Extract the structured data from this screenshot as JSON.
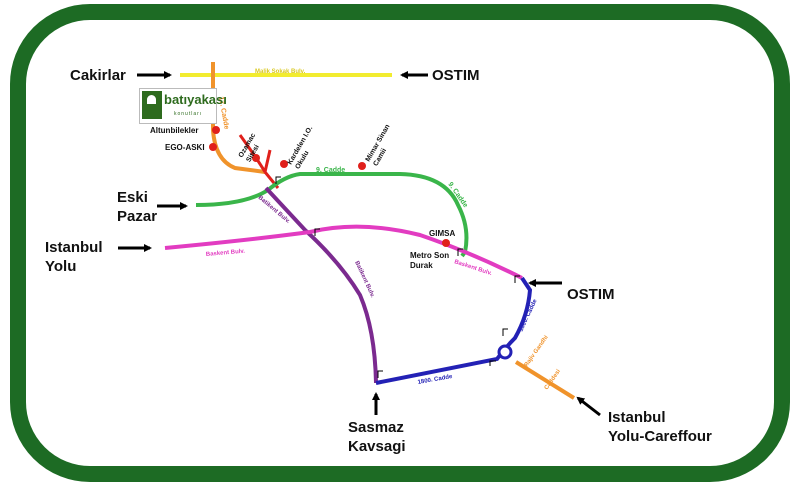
{
  "places": {
    "cakirlar": "Cakirlar",
    "ostim_top": "OSTIM",
    "ostim_right": "OSTIM",
    "eski_pazar_1": "Eski",
    "eski_pazar_2": "Pazar",
    "istanbul_yolu_1": "Istanbul",
    "istanbul_yolu_2": "Yolu",
    "sasmaz_1": "Sasmaz",
    "sasmaz_2": "Kavsagi",
    "iyc_1": "Istanbul",
    "iyc_2": "Yolu-Careffour"
  },
  "landmarks": {
    "altunbilekler": "Altunbilekler",
    "ego_aski": "EGO-ASKI",
    "ozamac_1": "Ozamac",
    "ozamac_2": "Sitesi",
    "kardelen_1": "Kardelen I.O.",
    "kardelen_2": "Okulu",
    "mimar_1": "Mimar Sinan",
    "mimar_2": "Camii",
    "gimsa": "GIMSA",
    "metro_1": "Metro Son",
    "metro_2": "Durak"
  },
  "roads": {
    "malik": "Malik Sokak Bulv.",
    "cadde17": "17. Cadde",
    "cadde9a": "9. Cadde",
    "cadde9b": "9. Cadde",
    "batikent1": "Batikent Bulv.",
    "batikent2": "Batikent Bulv.",
    "baskent1": "Baskent Bulv.",
    "baskent2": "Baskent Bulv.",
    "cadde1800a": "1800. Cadde",
    "cadde1800b": "1800. Cadde",
    "rajiv1": "Rajiv Gandhi",
    "rajiv2": "Caddesi"
  },
  "logo": {
    "name": "batıyakası",
    "tagline": "konutları"
  },
  "colors": {
    "frame": "#1d6b24",
    "yellow": "#f2ec2f",
    "orange": "#f0932b",
    "red": "#e0201b",
    "green": "#3ab54a",
    "purple": "#7b2a8f",
    "magenta": "#e23cc1",
    "blue": "#2321b5",
    "landmark_dot": "#e0201b"
  }
}
